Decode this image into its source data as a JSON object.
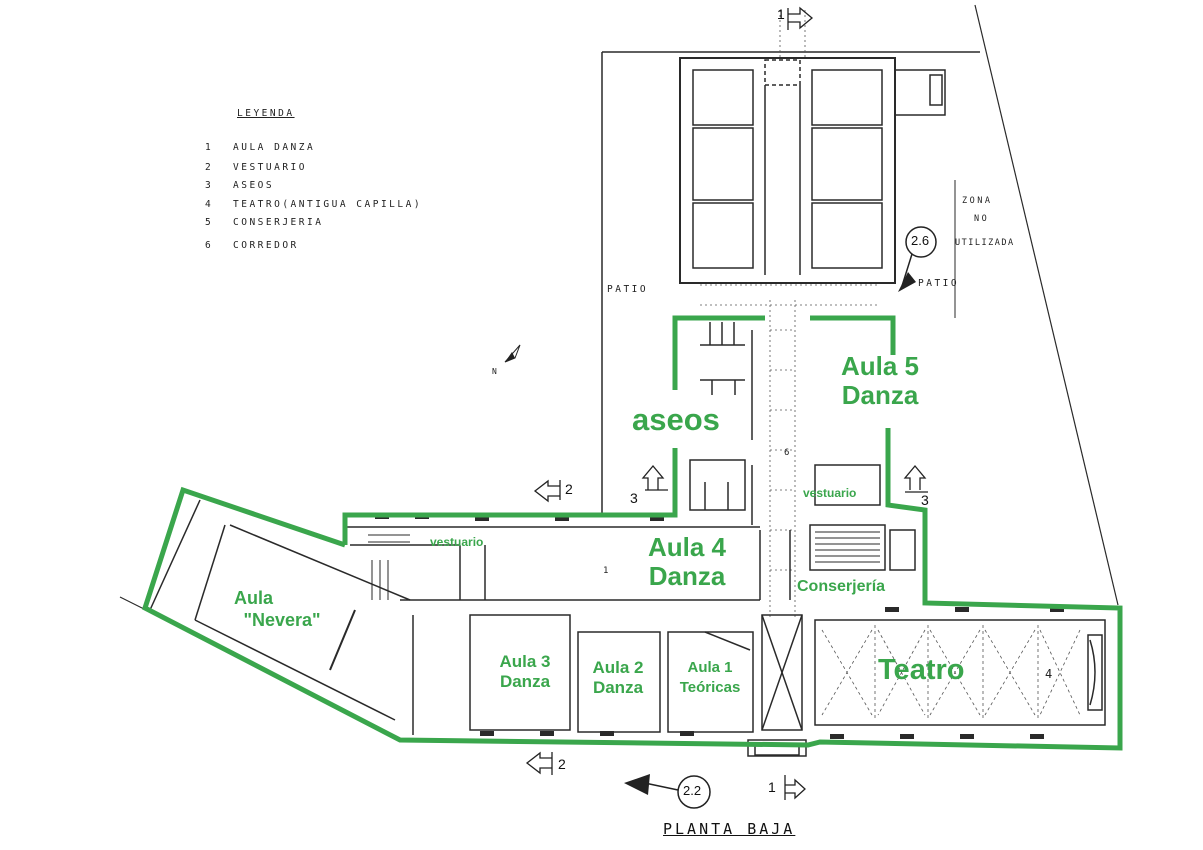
{
  "legend": {
    "title": "LEYENDA",
    "items": [
      {
        "num": "1",
        "label": "AULA DANZA"
      },
      {
        "num": "2",
        "label": "VESTUARIO"
      },
      {
        "num": "3",
        "label": "ASEOS"
      },
      {
        "num": "4",
        "label": "TEATRO(ANTIGUA CAPILLA)"
      },
      {
        "num": "5",
        "label": "CONSERJERIA"
      },
      {
        "num": "6",
        "label": "CORREDOR"
      }
    ]
  },
  "plan_labels": {
    "patio_left": "PATIO",
    "patio_right": "PATIO",
    "zona": "ZONA",
    "no": "NO",
    "utilizada": "UTILIZADA",
    "north": "N",
    "corridor_num": "6",
    "aula_num": "1",
    "teatro_num": "4"
  },
  "section_marks": {
    "top_1": "1",
    "bottom_1": "1",
    "left_2_top": "2",
    "left_2_bottom": "2",
    "left_3": "3",
    "right_3": "3",
    "view_26": "2.6",
    "view_22": "2.2"
  },
  "rooms": {
    "aseos": "aseos",
    "aula5_line1": "Aula 5",
    "aula5_line2": "Danza",
    "vestuario_right": "vestuario",
    "vestuario_left": "vestuario",
    "aula4_line1": "Aula 4",
    "aula4_line2": "Danza",
    "conserjeria": "Conserjería",
    "nevera_line1": "Aula",
    "nevera_line2": "\"Nevera\"",
    "aula3_line1": "Aula 3",
    "aula3_line2": "Danza",
    "aula2_line1": "Aula 2",
    "aula2_line2": "Danza",
    "aula1_line1": "Aula 1",
    "aula1_line2": "Teóricas",
    "teatro": "Teatro"
  },
  "plan_title": "PLANTA BAJA",
  "colors": {
    "highlight": "#3aa64c",
    "ink": "#222222"
  }
}
